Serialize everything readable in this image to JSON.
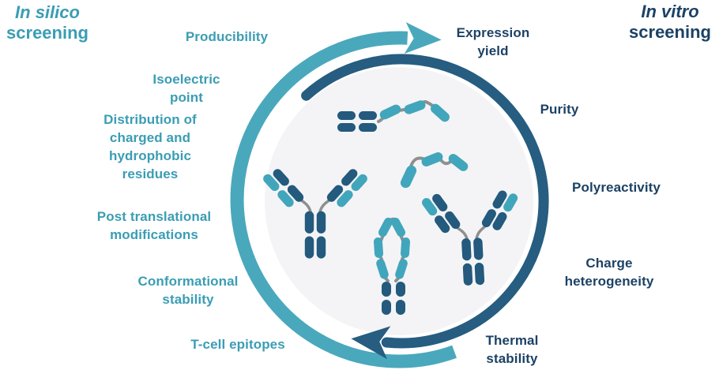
{
  "headings": {
    "in_silico": {
      "italic": "In silico",
      "rest": "screening"
    },
    "in_vitro": {
      "italic": "In vitro",
      "rest": "screening"
    }
  },
  "silico_labels": {
    "producibility": "Producibility",
    "isoelectric_point": "Isoelectric\npoint",
    "distribution": "Distribution of\ncharged and\nhydrophobic\nresidues",
    "post_translational": "Post translational\nmodifications",
    "conformational_stability": "Conformational\nstability",
    "t_cell_epitopes": "T-cell epitopes"
  },
  "vitro_labels": {
    "expression_yield": "Expression\nyield",
    "purity": "Purity",
    "polyreactivity": "Polyreactivity",
    "charge_heterogeneity": "Charge\nheterogeneity",
    "thermal_stability": "Thermal\nstability"
  },
  "colors": {
    "text_teal": "#3a9db4",
    "text_navy": "#1c4265",
    "arrow_teal": "#4aa8bc",
    "arrow_navy": "#265d80",
    "antibody_teal": "#41a6bc",
    "antibody_navy": "#235a7d",
    "connector_gray": "#8f8f8f",
    "inner_circle_fill": "#f4f4f6"
  },
  "icons": {
    "cycle": "two-curved-arrows-clockwise",
    "molecules": [
      "unfolded-antibody",
      "peptide-chain",
      "igg-antibody",
      "open-antibody",
      "igg-antibody-teal-tips"
    ]
  }
}
